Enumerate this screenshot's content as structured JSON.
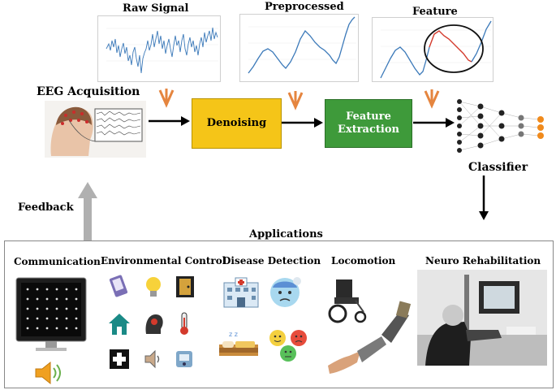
{
  "pipeline": {
    "eeg_acquisition": "EEG Acquisition",
    "denoising": "Denoising",
    "feature_extraction_line1": "Feature",
    "feature_extraction_line2": "Extraction",
    "classifier": "Classifier",
    "feedback": "Feedback"
  },
  "plots": {
    "raw_signal": "Raw Signal",
    "preprocessed": "Preprocessed",
    "feature": "Feature"
  },
  "applications": {
    "title": "Applications",
    "items": [
      "Communication",
      "Environmental Control",
      "Disease Detection",
      "Locomotion",
      "Neuro Rehabilitation"
    ]
  },
  "colors": {
    "denoising_box": "#f5c518",
    "feature_box": "#3e9a3a",
    "orange_arrow": "#e5853f",
    "plot_line": "#3b79b9",
    "feature_highlight": "#d33a2c",
    "feedback_arrow": "#b0b0b0"
  }
}
